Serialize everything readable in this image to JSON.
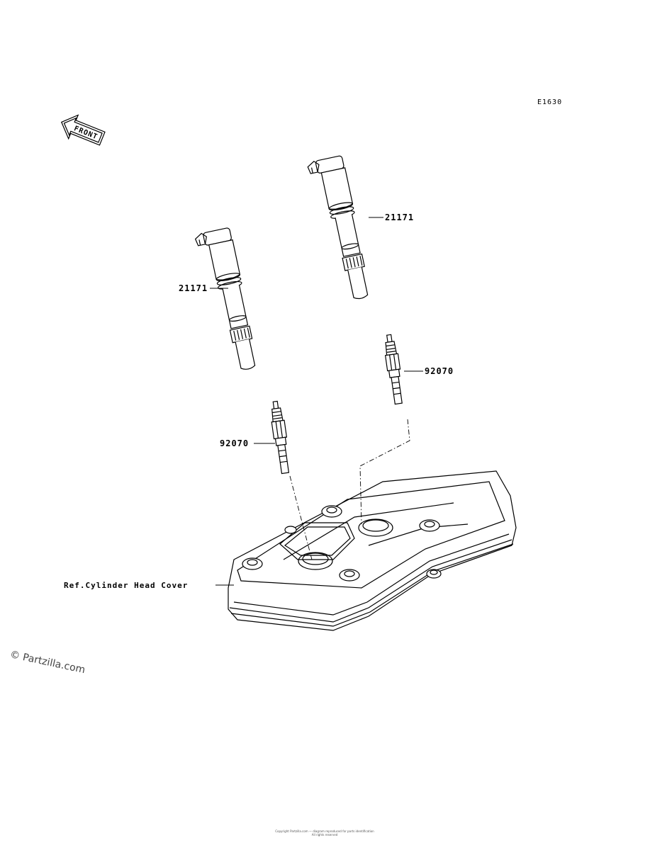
{
  "diagram": {
    "code": "E1630",
    "front_label": "FRONT",
    "watermark": "© Partzilla.com",
    "footer_line1": "Copyright Partzilla.com — diagram reproduced for parts identification",
    "footer_line2": "All rights reserved",
    "parts": [
      {
        "number": "21171",
        "name": "ignition-coil"
      },
      {
        "number": "21171",
        "name": "ignition-coil"
      },
      {
        "number": "92070",
        "name": "spark-plug"
      },
      {
        "number": "92070",
        "name": "spark-plug"
      }
    ],
    "reference": "Ref.Cylinder Head Cover"
  }
}
